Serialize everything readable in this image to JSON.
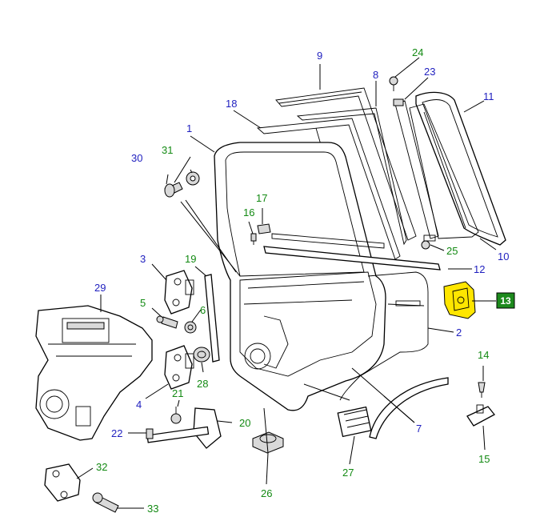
{
  "colors": {
    "blue_label": "#1f1fbf",
    "green_label": "#138a13",
    "highlight": "#ffe600",
    "badge_bg": "#1d8a1d"
  },
  "callouts": [
    {
      "id": "1",
      "text": "1",
      "color": "blue"
    },
    {
      "id": "2",
      "text": "2",
      "color": "blue"
    },
    {
      "id": "3",
      "text": "3",
      "color": "blue"
    },
    {
      "id": "4",
      "text": "4",
      "color": "blue"
    },
    {
      "id": "5",
      "text": "5",
      "color": "green"
    },
    {
      "id": "6",
      "text": "6",
      "color": "green"
    },
    {
      "id": "7",
      "text": "7",
      "color": "blue"
    },
    {
      "id": "8",
      "text": "8",
      "color": "blue"
    },
    {
      "id": "9",
      "text": "9",
      "color": "blue"
    },
    {
      "id": "10",
      "text": "10",
      "color": "blue"
    },
    {
      "id": "11",
      "text": "11",
      "color": "blue"
    },
    {
      "id": "12",
      "text": "12",
      "color": "blue"
    },
    {
      "id": "14",
      "text": "14",
      "color": "green"
    },
    {
      "id": "15",
      "text": "15",
      "color": "green"
    },
    {
      "id": "16",
      "text": "16",
      "color": "green"
    },
    {
      "id": "17",
      "text": "17",
      "color": "green"
    },
    {
      "id": "18",
      "text": "18",
      "color": "blue"
    },
    {
      "id": "19",
      "text": "19",
      "color": "green"
    },
    {
      "id": "20",
      "text": "20",
      "color": "green"
    },
    {
      "id": "21",
      "text": "21",
      "color": "green"
    },
    {
      "id": "22",
      "text": "22",
      "color": "blue"
    },
    {
      "id": "23",
      "text": "23",
      "color": "blue"
    },
    {
      "id": "24",
      "text": "24",
      "color": "green"
    },
    {
      "id": "25",
      "text": "25",
      "color": "green"
    },
    {
      "id": "26",
      "text": "26",
      "color": "green"
    },
    {
      "id": "27",
      "text": "27",
      "color": "green"
    },
    {
      "id": "28",
      "text": "28",
      "color": "green"
    },
    {
      "id": "29",
      "text": "29",
      "color": "blue"
    },
    {
      "id": "30",
      "text": "30",
      "color": "blue"
    },
    {
      "id": "31",
      "text": "31",
      "color": "green"
    },
    {
      "id": "32",
      "text": "32",
      "color": "green"
    },
    {
      "id": "33",
      "text": "33",
      "color": "green"
    }
  ],
  "selected_badge": {
    "text": "13"
  }
}
